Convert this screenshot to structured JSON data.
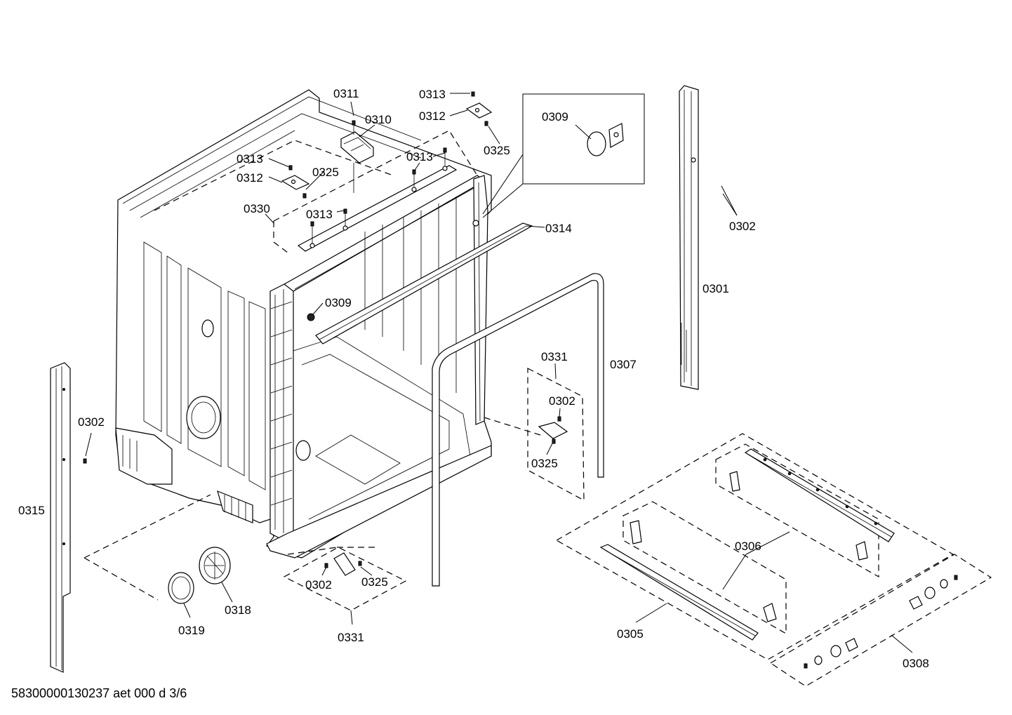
{
  "footer": {
    "document_id": "58300000130237 aet 000 d 3/6"
  },
  "callouts": [
    "0311",
    "0310",
    "0313",
    "0312",
    "0325",
    "0313",
    "0312",
    "0325",
    "0330",
    "0313",
    "0313",
    "0309",
    "0314",
    "0309",
    "0302",
    "0301",
    "0307",
    "0331",
    "0302",
    "0325",
    "0302",
    "0315",
    "0318",
    "0319",
    "0302",
    "0325",
    "0331",
    "0306",
    "0305",
    "0308"
  ]
}
